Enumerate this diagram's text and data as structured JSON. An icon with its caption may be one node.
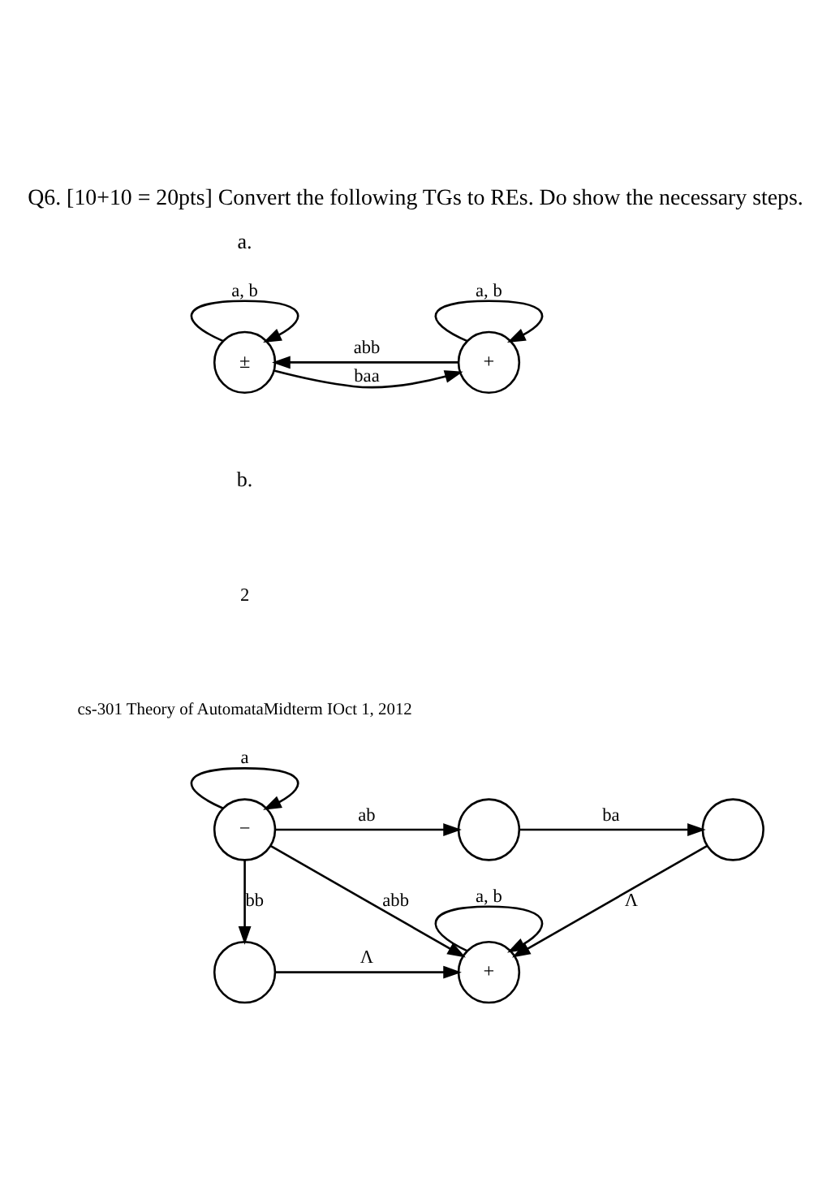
{
  "diagram": {
    "title": "Q6. [10+10 = 20pts] Convert the following TGs to REs. Do show the necessary steps.",
    "nodes": [
      {
        "text": [
          "±"
        ]
      },
      {
        "text": [
          "+"
        ]
      },
      {
        "text": [
          "−"
        ]
      },
      {
        "text": [],
        "shape": "circle"
      },
      {
        "text": [],
        "shape": "circle"
      },
      {
        "text": [],
        "shape": "circle"
      },
      {
        "text": [
          "+"
        ]
      }
    ],
    "edges": [
      {
        "from": 0,
        "to": 0,
        "label": "a, b",
        "arrow": "to"
      },
      {
        "from": 0,
        "to": 1,
        "label": "baa",
        "arrow": "to"
      },
      {
        "from": 1,
        "to": 0,
        "label": "abb",
        "arrow": "to"
      },
      {
        "from": 1,
        "to": 1,
        "label": "a, b",
        "arrow": "to"
      },
      {
        "from": 2,
        "to": 2,
        "label": "a",
        "arrow": "to"
      },
      {
        "from": 2,
        "to": 3,
        "label": "ab",
        "arrow": "to"
      },
      {
        "from": 3,
        "to": 4,
        "label": "ba",
        "arrow": "to"
      },
      {
        "from": 2,
        "to": 5,
        "label": "bb",
        "arrow": "to"
      },
      {
        "from": 2,
        "to": 6,
        "label": "abb",
        "arrow": "to"
      },
      {
        "from": 4,
        "to": 6,
        "label": "Λ",
        "arrow": "to"
      },
      {
        "from": 5,
        "to": 6,
        "label": "Λ",
        "arrow": "to"
      },
      {
        "from": 6,
        "to": 6,
        "label": "a, b",
        "arrow": "to"
      }
    ],
    "labels": [
      "a.",
      "b.",
      "2",
      "cs-301 Theory of AutomataMidterm IOct 1, 2012"
    ]
  }
}
